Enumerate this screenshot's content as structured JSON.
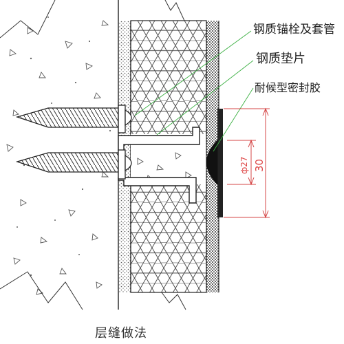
{
  "callouts": {
    "bolt": "钢质锚栓及套管",
    "shim": "钢质垫片",
    "sealant": "耐候型密封胶"
  },
  "dimensions": {
    "outer": "30",
    "inner": "ф27"
  },
  "caption": "层缝做法",
  "colors": {
    "line": "#222222",
    "leader": "#3cb043",
    "dimension": "#d44444",
    "sealant": "#111111"
  }
}
